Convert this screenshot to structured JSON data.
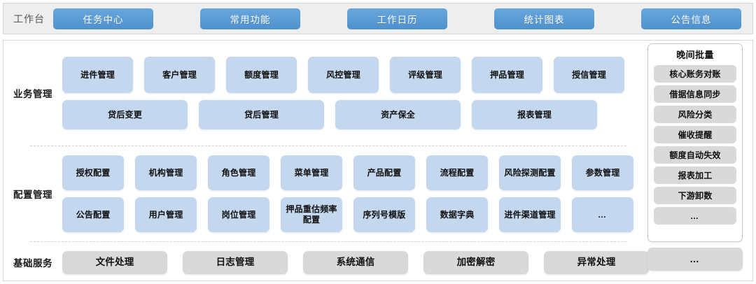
{
  "header": {
    "title": "工作台",
    "buttons": [
      {
        "label": "任务中心"
      },
      {
        "label": "常用功能"
      },
      {
        "label": "工作日历"
      },
      {
        "label": "统计图表"
      },
      {
        "label": "公告信息"
      }
    ],
    "accent_color": "#5b9bd5",
    "bar_background": "#eeeeee"
  },
  "bands": {
    "business": {
      "label": "业务管理",
      "row1": [
        {
          "label": "进件管理"
        },
        {
          "label": "客户管理"
        },
        {
          "label": "额度管理"
        },
        {
          "label": "风控管理"
        },
        {
          "label": "评级管理"
        },
        {
          "label": "押品管理"
        },
        {
          "label": "授信管理"
        }
      ],
      "row2": [
        {
          "label": "贷后变更"
        },
        {
          "label": "贷后管理"
        },
        {
          "label": "资产保全"
        },
        {
          "label": "报表管理"
        }
      ]
    },
    "config": {
      "label": "配置管理",
      "row1": [
        {
          "label": "授权配置"
        },
        {
          "label": "机构管理"
        },
        {
          "label": "角色管理"
        },
        {
          "label": "菜单管理"
        },
        {
          "label": "产品配置"
        },
        {
          "label": "流程配置"
        },
        {
          "label": "风险探测配置"
        },
        {
          "label": "参数管理"
        }
      ],
      "row2": [
        {
          "label": "公告配置"
        },
        {
          "label": "用户管理"
        },
        {
          "label": "岗位管理"
        },
        {
          "label": "押品重估频率配置"
        },
        {
          "label": "序列号模版"
        },
        {
          "label": "数据字典"
        },
        {
          "label": "进件渠道管理"
        },
        {
          "label": "…"
        }
      ]
    },
    "basic": {
      "label": "基础服务",
      "row1": [
        {
          "label": "文件处理"
        },
        {
          "label": "日志管理"
        },
        {
          "label": "系统通信"
        },
        {
          "label": "加密解密"
        },
        {
          "label": "异常处理"
        }
      ]
    }
  },
  "batch_panel": {
    "title": "晚间批量",
    "items": [
      {
        "label": "核心账务对账"
      },
      {
        "label": "借据信息同步"
      },
      {
        "label": "风险分类"
      },
      {
        "label": "催收提醒"
      },
      {
        "label": "额度自动失效"
      },
      {
        "label": "报表加工"
      },
      {
        "label": "下游卸数"
      },
      {
        "label": "…"
      }
    ],
    "more_label": "…"
  },
  "colors": {
    "tile_blue": "#c3d8ee",
    "tile_grey": "#d9d9d9",
    "card_border": "#d6d6d6",
    "divider": "#cfcfcf"
  }
}
